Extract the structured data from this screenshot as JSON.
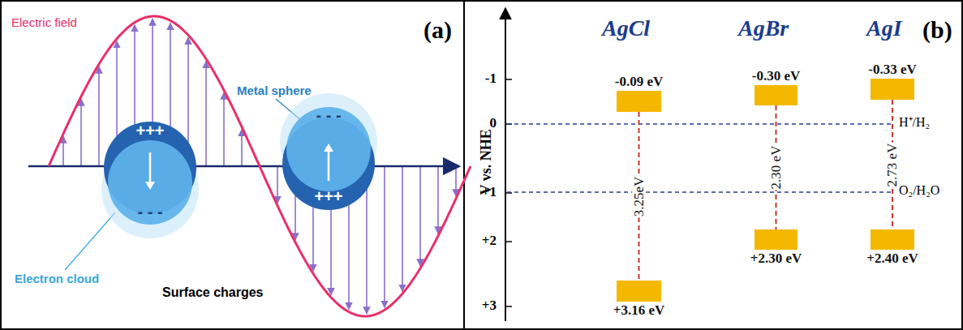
{
  "diagram": {
    "nodes": [
      {
        "text": [
          "+++",
          "- - -"
        ]
      },
      {
        "text": [
          "- - -",
          "+++"
        ]
      },
      {
        "text": [
          "-0.09 eV"
        ]
      },
      {
        "text": [
          "+3.16 eV"
        ]
      },
      {
        "text": [
          "-0.30 eV"
        ]
      },
      {
        "text": [
          "+2.30 eV"
        ]
      },
      {
        "text": [
          "-0.33 eV"
        ]
      },
      {
        "text": [
          "+2.40 eV"
        ]
      }
    ],
    "edges": [
      {
        "from": 2,
        "to": 3,
        "arrow": "none",
        "label": "3.25eV"
      },
      {
        "from": 4,
        "to": 5,
        "arrow": "none",
        "label": "2.30 eV"
      },
      {
        "from": 6,
        "to": 7,
        "arrow": "none",
        "label": "2.73 eV"
      }
    ],
    "labels": [
      "Electric field",
      "Metal sphere",
      "Electron cloud",
      "Surface charges",
      "(a)",
      "AgCl",
      "AgBr",
      "AgI",
      "(b)",
      "V vs. NHE",
      "-1",
      "0",
      "+1",
      "+2",
      "+3",
      "H⁺/H₂",
      "O₂/H₂O"
    ]
  }
}
